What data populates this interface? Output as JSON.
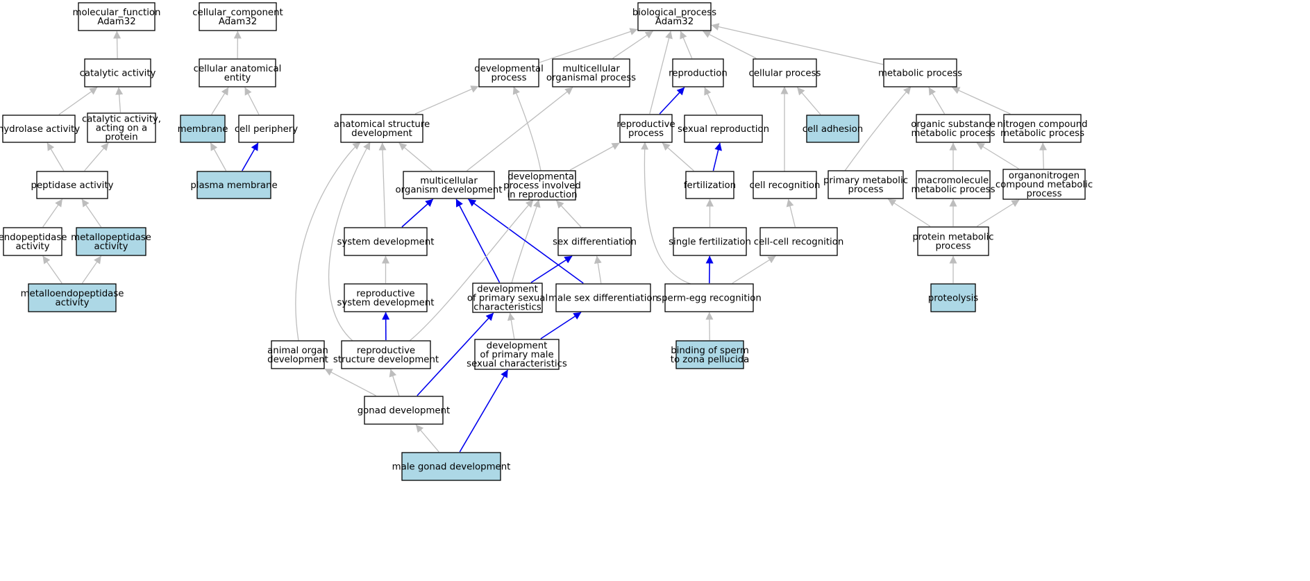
{
  "colors": {
    "default_fill": "#ffffff",
    "annotated_fill": "#add8e6",
    "grey_edge": "#bdbdbd",
    "blue_edge": "#0000ee"
  },
  "nodes": [
    {
      "id": "mf",
      "lines": [
        "molecular_function",
        "Adam32"
      ],
      "highlight": false
    },
    {
      "id": "cc",
      "lines": [
        "cellular_component",
        "Adam32"
      ],
      "highlight": false
    },
    {
      "id": "bp",
      "lines": [
        "biological_process",
        "Adam32"
      ],
      "highlight": false
    },
    {
      "id": "catalytic",
      "lines": [
        "catalytic activity"
      ],
      "highlight": false
    },
    {
      "id": "hydrolase",
      "lines": [
        "hydrolase activity"
      ],
      "highlight": false
    },
    {
      "id": "catprot",
      "lines": [
        "catalytic activity,",
        "acting on a",
        "protein"
      ],
      "highlight": false
    },
    {
      "id": "peptidase",
      "lines": [
        "peptidase activity"
      ],
      "highlight": false
    },
    {
      "id": "endopep",
      "lines": [
        "endopeptidase",
        "activity"
      ],
      "highlight": false
    },
    {
      "id": "metallopep",
      "lines": [
        "metallopeptidase",
        "activity"
      ],
      "highlight": true
    },
    {
      "id": "metalloendo",
      "lines": [
        "metalloendopeptidase",
        "activity"
      ],
      "highlight": true
    },
    {
      "id": "cae",
      "lines": [
        "cellular anatomical",
        "entity"
      ],
      "highlight": false
    },
    {
      "id": "membrane",
      "lines": [
        "membrane"
      ],
      "highlight": true
    },
    {
      "id": "cellper",
      "lines": [
        "cell periphery"
      ],
      "highlight": false
    },
    {
      "id": "plasmamem",
      "lines": [
        "plasma membrane"
      ],
      "highlight": true
    },
    {
      "id": "devproc",
      "lines": [
        "developmental",
        "process"
      ],
      "highlight": false
    },
    {
      "id": "multiorg",
      "lines": [
        "multicellular",
        "organismal process"
      ],
      "highlight": false
    },
    {
      "id": "repro",
      "lines": [
        "reproduction"
      ],
      "highlight": false
    },
    {
      "id": "cellproc",
      "lines": [
        "cellular process"
      ],
      "highlight": false
    },
    {
      "id": "metab",
      "lines": [
        "metabolic process"
      ],
      "highlight": false
    },
    {
      "id": "anatdev",
      "lines": [
        "anatomical structure",
        "development"
      ],
      "highlight": false
    },
    {
      "id": "reproproc",
      "lines": [
        "reproductive",
        "process"
      ],
      "highlight": false
    },
    {
      "id": "sexrepro",
      "lines": [
        "sexual reproduction"
      ],
      "highlight": false
    },
    {
      "id": "celladh",
      "lines": [
        "cell adhesion"
      ],
      "highlight": true
    },
    {
      "id": "orgsub",
      "lines": [
        "organic substance",
        "metabolic process"
      ],
      "highlight": false
    },
    {
      "id": "nitro",
      "lines": [
        "nitrogen compound",
        "metabolic process"
      ],
      "highlight": false
    },
    {
      "id": "multidev",
      "lines": [
        "multicellular",
        "organism development"
      ],
      "highlight": false
    },
    {
      "id": "devrepro",
      "lines": [
        "developmental",
        "process involved",
        "in reproduction"
      ],
      "highlight": false
    },
    {
      "id": "fert",
      "lines": [
        "fertilization"
      ],
      "highlight": false
    },
    {
      "id": "cellrec",
      "lines": [
        "cell recognition"
      ],
      "highlight": false
    },
    {
      "id": "primmetab",
      "lines": [
        "primary metabolic",
        "process"
      ],
      "highlight": false
    },
    {
      "id": "macromol",
      "lines": [
        "macromolecule",
        "metabolic process"
      ],
      "highlight": false
    },
    {
      "id": "organonitro",
      "lines": [
        "organonitrogen",
        "compound metabolic",
        "process"
      ],
      "highlight": false
    },
    {
      "id": "sysdev",
      "lines": [
        "system development"
      ],
      "highlight": false
    },
    {
      "id": "sexdiff",
      "lines": [
        "sex differentiation"
      ],
      "highlight": false
    },
    {
      "id": "singlefert",
      "lines": [
        "single fertilization"
      ],
      "highlight": false
    },
    {
      "id": "cellcell",
      "lines": [
        "cell-cell recognition"
      ],
      "highlight": false
    },
    {
      "id": "protmetab",
      "lines": [
        "protein metabolic",
        "process"
      ],
      "highlight": false
    },
    {
      "id": "reprosysdev",
      "lines": [
        "reproductive",
        "system development"
      ],
      "highlight": false
    },
    {
      "id": "devprimsex",
      "lines": [
        "development",
        "of primary sexual",
        "characteristics"
      ],
      "highlight": false
    },
    {
      "id": "malesexdiff",
      "lines": [
        "male sex differentiation"
      ],
      "highlight": false
    },
    {
      "id": "spermegg",
      "lines": [
        "sperm-egg recognition"
      ],
      "highlight": false
    },
    {
      "id": "proteolysis",
      "lines": [
        "proteolysis"
      ],
      "highlight": true
    },
    {
      "id": "animalorgan",
      "lines": [
        "animal organ",
        "development"
      ],
      "highlight": false
    },
    {
      "id": "reprostruct",
      "lines": [
        "reproductive",
        "structure development"
      ],
      "highlight": false
    },
    {
      "id": "devprimmale",
      "lines": [
        "development",
        "of primary male",
        "sexual characteristics"
      ],
      "highlight": false
    },
    {
      "id": "bindsperm",
      "lines": [
        "binding of sperm",
        "to zona pellucida"
      ],
      "highlight": true
    },
    {
      "id": "gonaddev",
      "lines": [
        "gonad development"
      ],
      "highlight": false
    },
    {
      "id": "malegonad",
      "lines": [
        "male gonad development"
      ],
      "highlight": true
    }
  ],
  "edges": [
    {
      "from": "catalytic",
      "to": "mf",
      "color": "grey"
    },
    {
      "from": "hydrolase",
      "to": "catalytic",
      "color": "grey"
    },
    {
      "from": "catprot",
      "to": "catalytic",
      "color": "grey"
    },
    {
      "from": "peptidase",
      "to": "hydrolase",
      "color": "grey"
    },
    {
      "from": "peptidase",
      "to": "catprot",
      "color": "grey"
    },
    {
      "from": "endopep",
      "to": "peptidase",
      "color": "grey"
    },
    {
      "from": "metallopep",
      "to": "peptidase",
      "color": "grey"
    },
    {
      "from": "metalloendo",
      "to": "endopep",
      "color": "grey"
    },
    {
      "from": "metalloendo",
      "to": "metallopep",
      "color": "grey"
    },
    {
      "from": "cae",
      "to": "cc",
      "color": "grey"
    },
    {
      "from": "membrane",
      "to": "cae",
      "color": "grey"
    },
    {
      "from": "cellper",
      "to": "cae",
      "color": "grey"
    },
    {
      "from": "plasmamem",
      "to": "membrane",
      "color": "grey"
    },
    {
      "from": "plasmamem",
      "to": "cellper",
      "color": "blue"
    },
    {
      "from": "devproc",
      "to": "bp",
      "color": "grey"
    },
    {
      "from": "multiorg",
      "to": "bp",
      "color": "grey"
    },
    {
      "from": "repro",
      "to": "bp",
      "color": "grey"
    },
    {
      "from": "cellproc",
      "to": "bp",
      "color": "grey"
    },
    {
      "from": "metab",
      "to": "bp",
      "color": "grey"
    },
    {
      "from": "reproproc",
      "to": "bp",
      "color": "grey"
    },
    {
      "from": "reproproc",
      "to": "repro",
      "color": "blue"
    },
    {
      "from": "sexrepro",
      "to": "repro",
      "color": "grey"
    },
    {
      "from": "anatdev",
      "to": "devproc",
      "color": "grey"
    },
    {
      "from": "celladh",
      "to": "cellproc",
      "color": "grey"
    },
    {
      "from": "cellrec",
      "to": "cellproc",
      "color": "grey"
    },
    {
      "from": "orgsub",
      "to": "metab",
      "color": "grey"
    },
    {
      "from": "nitro",
      "to": "metab",
      "color": "grey"
    },
    {
      "from": "primmetab",
      "to": "metab",
      "color": "grey"
    },
    {
      "from": "multidev",
      "to": "anatdev",
      "color": "grey"
    },
    {
      "from": "multidev",
      "to": "multiorg",
      "color": "grey"
    },
    {
      "from": "devrepro",
      "to": "devproc",
      "color": "grey"
    },
    {
      "from": "devrepro",
      "to": "reproproc",
      "color": "grey"
    },
    {
      "from": "fert",
      "to": "reproproc",
      "color": "grey"
    },
    {
      "from": "fert",
      "to": "sexrepro",
      "color": "blue"
    },
    {
      "from": "macromol",
      "to": "orgsub",
      "color": "grey"
    },
    {
      "from": "organonitro",
      "to": "orgsub",
      "color": "grey"
    },
    {
      "from": "organonitro",
      "to": "nitro",
      "color": "grey"
    },
    {
      "from": "sysdev",
      "to": "anatdev",
      "color": "grey"
    },
    {
      "from": "sysdev",
      "to": "multidev",
      "color": "blue"
    },
    {
      "from": "sexdiff",
      "to": "devrepro",
      "color": "grey"
    },
    {
      "from": "singlefert",
      "to": "fert",
      "color": "grey"
    },
    {
      "from": "cellcell",
      "to": "cellrec",
      "color": "grey"
    },
    {
      "from": "protmetab",
      "to": "primmetab",
      "color": "grey"
    },
    {
      "from": "protmetab",
      "to": "macromol",
      "color": "grey"
    },
    {
      "from": "protmetab",
      "to": "organonitro",
      "color": "grey"
    },
    {
      "from": "reprosysdev",
      "to": "sysdev",
      "color": "grey"
    },
    {
      "from": "devprimsex",
      "to": "multidev",
      "color": "blue"
    },
    {
      "from": "devprimsex",
      "to": "devrepro",
      "color": "grey"
    },
    {
      "from": "devprimsex",
      "to": "sexdiff",
      "color": "blue"
    },
    {
      "from": "malesexdiff",
      "to": "multidev",
      "color": "blue"
    },
    {
      "from": "malesexdiff",
      "to": "sexdiff",
      "color": "grey"
    },
    {
      "from": "spermegg",
      "to": "reproproc",
      "color": "grey"
    },
    {
      "from": "spermegg",
      "to": "singlefert",
      "color": "blue"
    },
    {
      "from": "spermegg",
      "to": "cellcell",
      "color": "grey"
    },
    {
      "from": "proteolysis",
      "to": "protmetab",
      "color": "grey"
    },
    {
      "from": "animalorgan",
      "to": "anatdev",
      "color": "grey"
    },
    {
      "from": "reprostruct",
      "to": "anatdev",
      "color": "grey"
    },
    {
      "from": "reprostruct",
      "to": "devrepro",
      "color": "grey"
    },
    {
      "from": "reprostruct",
      "to": "reprosysdev",
      "color": "blue"
    },
    {
      "from": "devprimmale",
      "to": "devprimsex",
      "color": "grey"
    },
    {
      "from": "devprimmale",
      "to": "malesexdiff",
      "color": "blue"
    },
    {
      "from": "bindsperm",
      "to": "spermegg",
      "color": "grey"
    },
    {
      "from": "gonaddev",
      "to": "animalorgan",
      "color": "grey"
    },
    {
      "from": "gonaddev",
      "to": "reprostruct",
      "color": "grey"
    },
    {
      "from": "gonaddev",
      "to": "devprimsex",
      "color": "blue"
    },
    {
      "from": "malegonad",
      "to": "gonaddev",
      "color": "grey"
    },
    {
      "from": "malegonad",
      "to": "devprimmale",
      "color": "blue"
    }
  ]
}
